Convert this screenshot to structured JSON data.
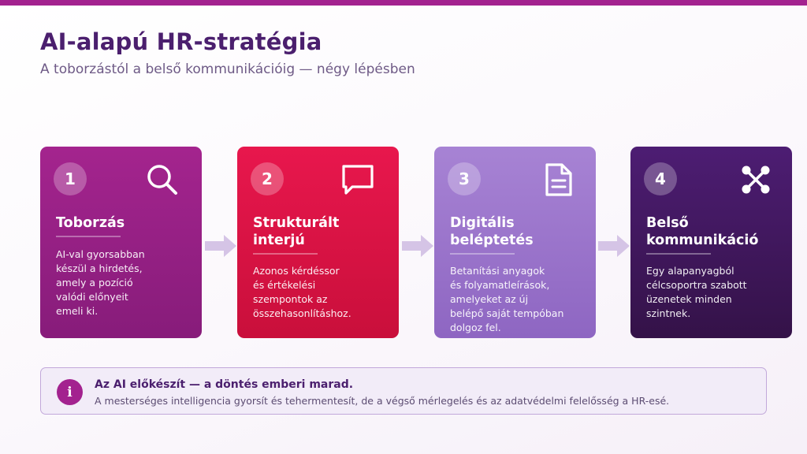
{
  "header": {
    "title": "AI-alapú HR-stratégia",
    "subtitle": "A toborzástól a belső kommunikációig — négy lépésben"
  },
  "steps": [
    {
      "number": "1",
      "icon": "search-icon",
      "title_lines": [
        "Toborzás"
      ],
      "text_lines": [
        "AI-val gyorsabban",
        "készül a hirdetés,",
        "amely a pozíció",
        "valódi előnyeit",
        "emeli ki."
      ]
    },
    {
      "number": "2",
      "icon": "chat-bubble-icon",
      "title_lines": [
        "Strukturált",
        "interjú"
      ],
      "text_lines": [
        "Azonos kérdéssor",
        "és értékelési",
        "szempontok az",
        "összehasonlításhoz."
      ]
    },
    {
      "number": "3",
      "icon": "document-icon",
      "title_lines": [
        "Digitális",
        "beléptetés"
      ],
      "text_lines": [
        "Betanítási anyagok",
        "és folyamatleírások,",
        "amelyeket az új",
        "belépő saját tempóban",
        "dolgoz fel."
      ]
    },
    {
      "number": "4",
      "icon": "network-icon",
      "title_lines": [
        "Belső",
        "kommunikáció"
      ],
      "text_lines": [
        "Egy alapanyagból",
        "célcsoportra szabott",
        "üzenetek minden",
        "szintnek."
      ]
    }
  ],
  "note": {
    "icon": "info-icon",
    "icon_glyph": "i",
    "title": "Az AI előkészít — a döntés emberi marad.",
    "text": "A mesterséges intelligencia gyorsít és tehermentesít, de a végső mérlegelés és az adatvédelmi felelősség a HR-esé."
  },
  "colors": {
    "accent": "#a3228f",
    "title": "#4b1f6e",
    "step1": "#a4248e",
    "step2": "#e8174d",
    "step3": "#a783d4",
    "step4": "#4d1d73",
    "arrow": "#d5c4e6"
  }
}
